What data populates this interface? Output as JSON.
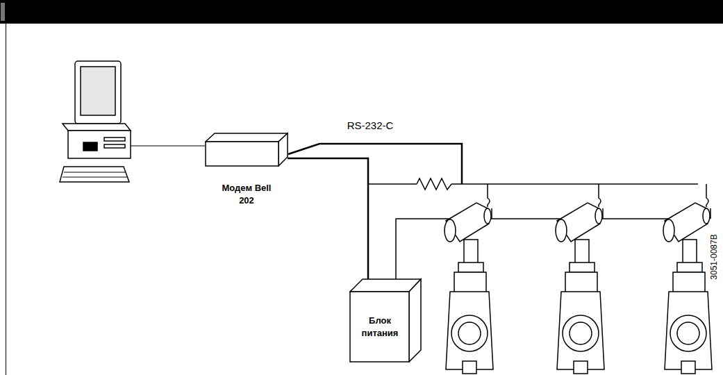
{
  "diagram": {
    "nodes": [
      {
        "text": [
          "Модем Bell 202"
        ]
      },
      {
        "text": [
          "Блок питания"
        ]
      }
    ],
    "edges": [
      {
        "from": 0,
        "to": 1,
        "arrow": "none"
      }
    ],
    "labels": [
      "RS-232-C",
      "3051-0087B"
    ]
  }
}
